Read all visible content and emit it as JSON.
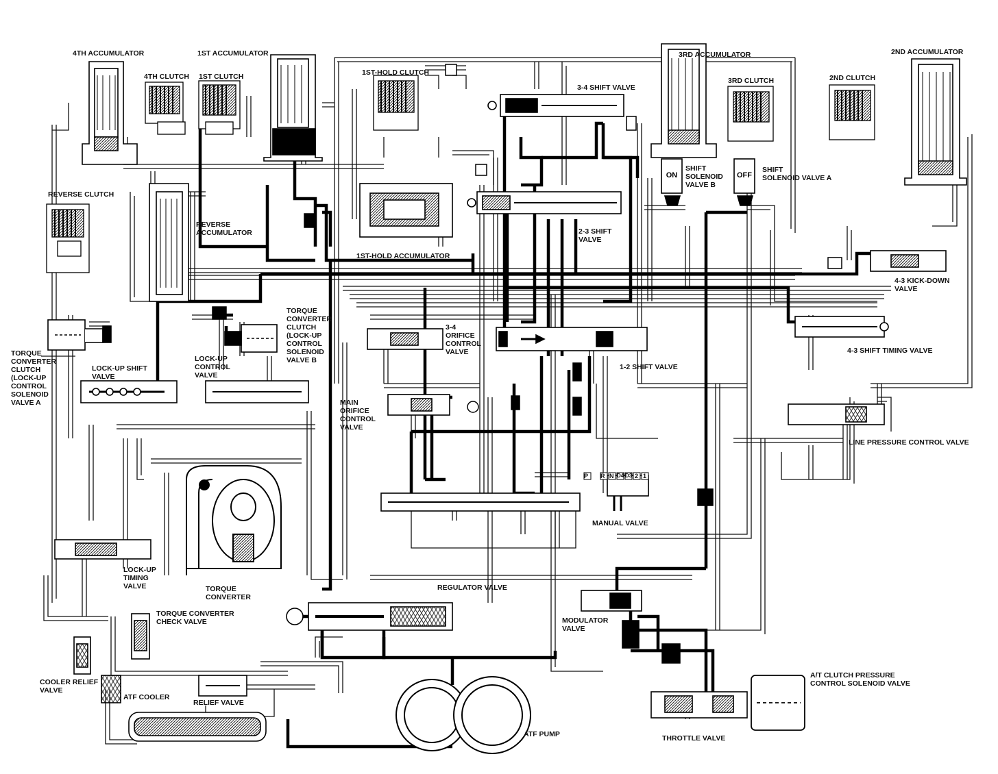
{
  "labels": {
    "acc4": "4TH ACCUMULATOR",
    "acc1": "1ST ACCUMULATOR",
    "acc3": "3RD ACCUMULATOR",
    "acc2": "2ND ACCUMULATOR",
    "clutch4": "4TH CLUTCH",
    "clutch1": "1ST CLUTCH",
    "hold_clutch": "1ST-HOLD CLUTCH",
    "clutch3": "3RD CLUTCH",
    "clutch2": "2ND  CLUTCH",
    "shift34": "3-4 SHIFT VALVE",
    "sol_b": "SHIFT\nSOLENOID\nVALVE B",
    "sol_a": "SHIFT\nSOLENOID VALVE A",
    "sol_b_state": "ON",
    "sol_a_state": "OFF",
    "reverse_clutch": "REVERSE CLUTCH",
    "reverse_acc": "REVERSE\nACCUMULATOR",
    "hold_acc": "1ST-HOLD ACCUMULATOR",
    "shift23": "2-3 SHIFT\nVALVE",
    "kickdown43": "4-3 KICK-DOWN\nVALVE",
    "tcc_b": "TORQUE\nCONVERTER\nCLUTCH\n(LOCK-UP\nCONTROL\nSOLENOID\nVALVE B",
    "orifice34": "3-4\nORIFICE\nCONTROL\nVALVE",
    "timing43": "4-3 SHIFT TIMING VALVE",
    "tcc_a": "TORQUE\nCONVERTER\nCLUTCH\n(LOCK-UP\nCONTROL\nSOLENOID\nVALVE A",
    "lockup_shift": "LOCK-UP SHIFT\nVALVE",
    "lockup_control": "LOCK-UP\nCONTROL\nVALVE",
    "shift12": "1-2 SHIFT VALVE",
    "main_orifice": "MAIN\nORIFICE\nCONTROL\nVALVE",
    "line_pressure": "LINE PRESSURE CONTROL VALVE",
    "manual_valve": "MANUAL VALVE",
    "lockup_timing": "LOCK-UP\nTIMING\nVALVE",
    "torque_converter": "TORQUE\nCONVERTER",
    "regulator": "REGULATOR VALVE",
    "modulator": "MODULATOR\nVALVE",
    "tc_check": "TORQUE CONVERTER\nCHECK VALVE",
    "cooler_relief": "COOLER RELIEF\nVALVE",
    "atf_cooler": "ATF COOLER",
    "relief": "RELIEF VALVE",
    "atf_pump": "ATF PUMP",
    "throttle": "THROTTLE  VALVE",
    "clutch_pressure_sol": "A/T CLUTCH PRESSURE\nCONTROL SOLENOID VALVE"
  },
  "manual_positions": [
    "P",
    "R",
    "N",
    "D4",
    "D3",
    "2",
    "1"
  ]
}
